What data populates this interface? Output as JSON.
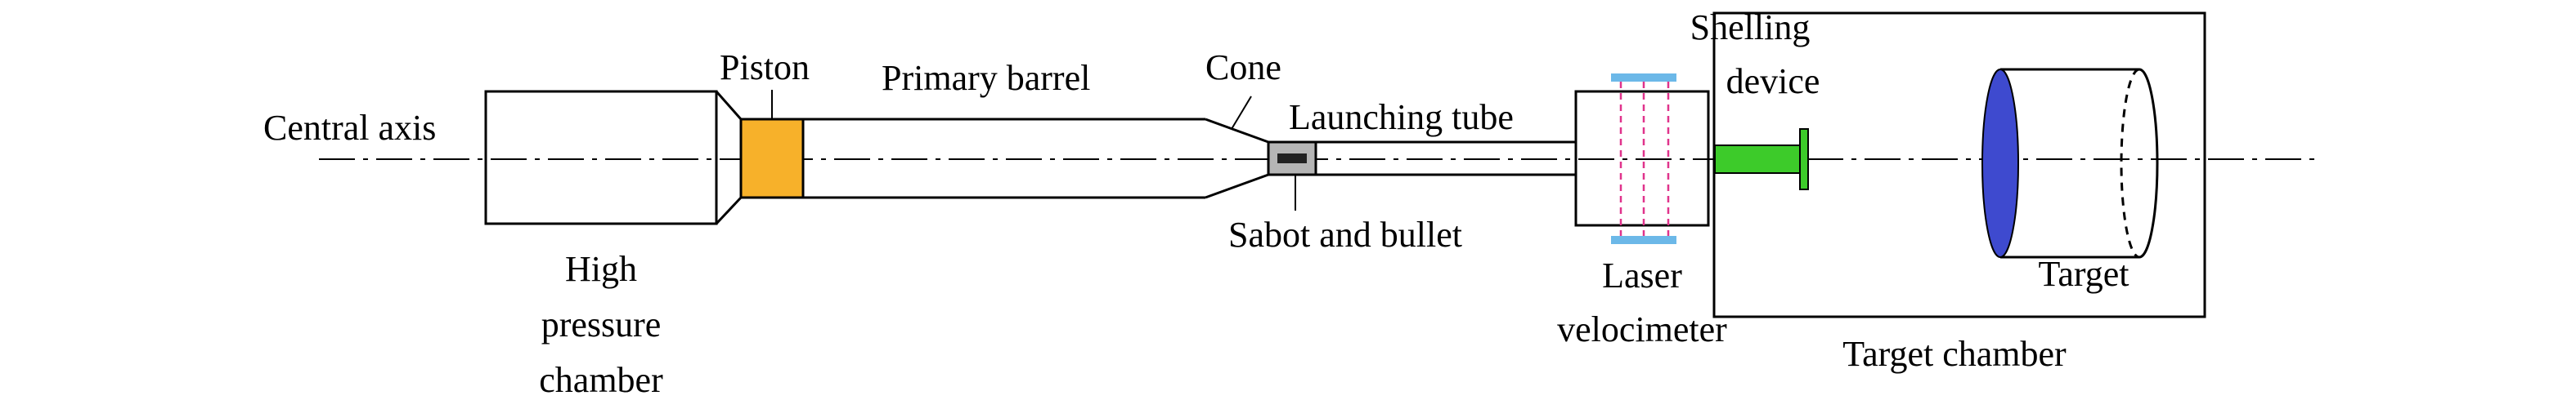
{
  "labels": {
    "central_axis": "Central axis",
    "piston": "Piston",
    "primary_barrel": "Primary barrel",
    "cone": "Cone",
    "launching_tube": "Launching tube",
    "shelling_device_line1": "Shelling",
    "shelling_device_line2": "device",
    "high_pressure_line1": "High",
    "high_pressure_line2": "pressure",
    "high_pressure_line3": "chamber",
    "sabot_and_bullet": "Sabot and bullet",
    "laser_line1": "Laser",
    "laser_line2": "velocimeter",
    "target_chamber": "Target chamber",
    "target": "Target"
  },
  "colors": {
    "piston": "#F7B12A",
    "sabot": "#B5B5B5",
    "shelling_device": "#3DCB2A",
    "target_face": "#3E4ACF",
    "laser_mount": "#6CB8E8",
    "laser_beam": "#E0338C",
    "outline": "#000000"
  }
}
